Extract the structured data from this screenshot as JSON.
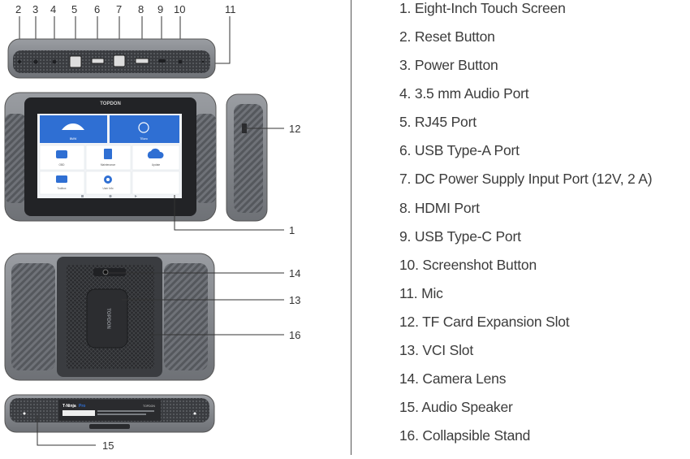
{
  "colors": {
    "device_body": "#8a8d92",
    "device_dark": "#3a3c40",
    "screen_blue": "#2f6fd3",
    "screen_bg": "#f2f4f7",
    "line": "#333333",
    "text": "#3c3c3c"
  },
  "top_view": {
    "callouts": [
      "2",
      "3",
      "4",
      "5",
      "6",
      "7",
      "8",
      "9",
      "10",
      "11"
    ]
  },
  "front_view": {
    "brand": "TOPDON",
    "tiles": [
      {
        "label": "BMW",
        "icon": "car-icon"
      },
      {
        "label": "TBoro",
        "icon": "wireless-icon"
      },
      {
        "label": "OBD",
        "icon": "obd-connector-icon"
      },
      {
        "label": "Maintenance",
        "icon": "document-icon"
      },
      {
        "label": "Update",
        "icon": "cloud-upload-icon"
      },
      {
        "label": "Toolbox",
        "icon": "toolbox-icon"
      },
      {
        "label": "User Info",
        "icon": "gear-icon"
      }
    ],
    "callout_screen": "1",
    "callout_side": "12"
  },
  "back_view": {
    "vci_brand": "TOPDON",
    "callouts": [
      "14",
      "13",
      "16"
    ]
  },
  "bottom_view": {
    "product_name": "T-Ninja",
    "product_suffix": "Pro",
    "brand": "TOPDON",
    "callout": "15"
  },
  "legend": [
    "1. Eight-Inch Touch Screen",
    "2. Reset Button",
    "3. Power Button",
    "4. 3.5 mm Audio Port",
    "5. RJ45 Port",
    "6. USB Type-A Port",
    "7. DC Power Supply Input Port (12V, 2 A)",
    "8. HDMI Port",
    "9. USB Type-C Port",
    "10. Screenshot Button",
    "11. Mic",
    "12. TF Card Expansion Slot",
    "13. VCI Slot",
    "14. Camera Lens",
    "15. Audio Speaker",
    "16. Collapsible Stand"
  ]
}
